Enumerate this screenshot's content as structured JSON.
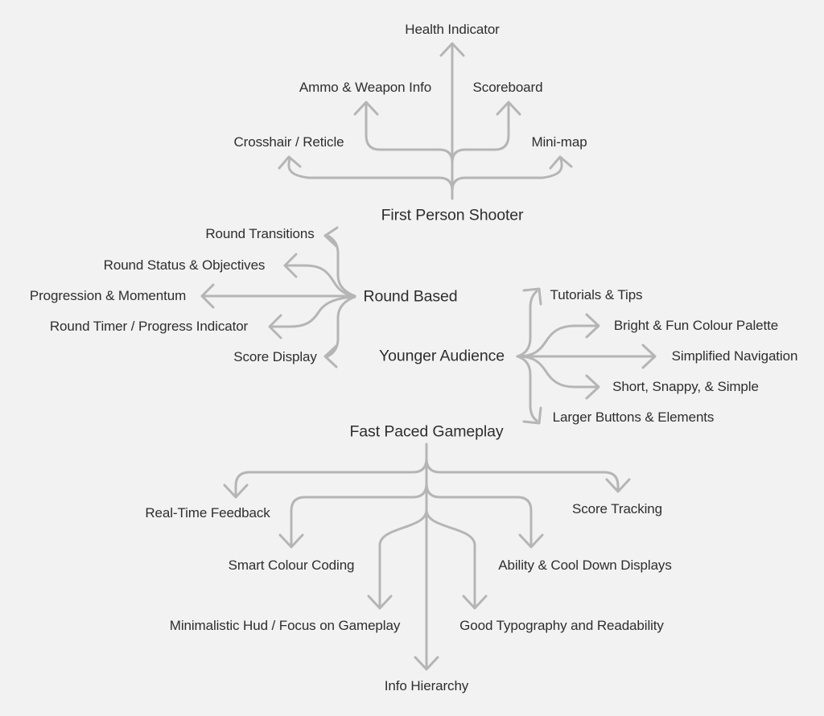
{
  "colors": {
    "background": "#f2f2f2",
    "connector": "#b5b5b5",
    "text": "#2e2e2e"
  },
  "clusters": [
    {
      "label": "First Person Shooter",
      "children": [
        "Health Indicator",
        "Ammo & Weapon Info",
        "Scoreboard",
        "Crosshair / Reticle",
        "Mini-map"
      ]
    },
    {
      "label": "Round Based",
      "children": [
        "Round Transitions",
        "Round Status & Objectives",
        "Progression & Momentum",
        "Round Timer / Progress Indicator",
        "Score Display"
      ]
    },
    {
      "label": "Younger Audience",
      "children": [
        "Tutorials & Tips",
        "Bright & Fun Colour Palette",
        "Simplified Navigation",
        "Short, Snappy, & Simple",
        "Larger Buttons & Elements"
      ]
    },
    {
      "label": "Fast Paced Gameplay",
      "children": [
        "Real-Time Feedback",
        "Score Tracking",
        "Smart Colour Coding",
        "Ability & Cool Down Displays",
        "Minimalistic Hud / Focus on Gameplay",
        "Good Typography and Readability",
        "Info Hierarchy"
      ]
    }
  ]
}
